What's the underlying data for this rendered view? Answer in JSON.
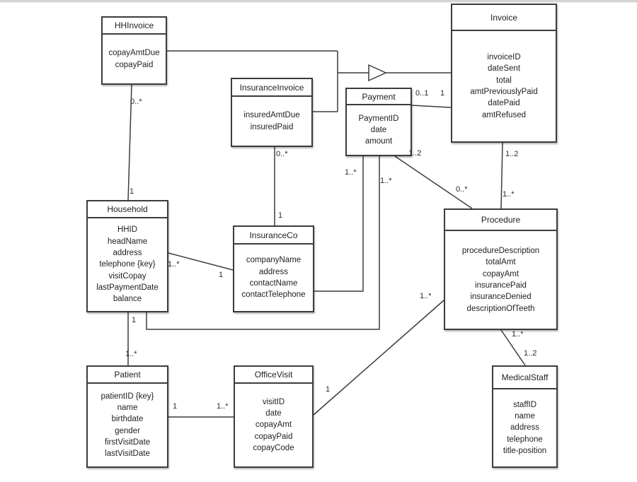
{
  "page": {
    "background_color": "#ffffff",
    "top_bar_color": "#d5d5d5",
    "line_color": "#3c3c3c",
    "text_color": "#1f1f1f"
  },
  "diagram": {
    "type": "uml-class-diagram",
    "classes": [
      {
        "name": "HHInvoice",
        "attributes": [
          "copayAmtDue",
          "copayPaid"
        ]
      },
      {
        "name": "Invoice",
        "attributes": [
          "invoiceID",
          "dateSent",
          "total",
          "amtPreviouslyPaid",
          "datePaid",
          "amtRefused"
        ]
      },
      {
        "name": "InsuranceInvoice",
        "attributes": [
          "insuredAmtDue",
          "insuredPaid"
        ]
      },
      {
        "name": "Payment",
        "attributes": [
          "PaymentID",
          "date",
          "amount"
        ]
      },
      {
        "name": "Household",
        "attributes": [
          "HHID",
          "headName",
          "address",
          "telephone {key}",
          "visitCopay",
          "lastPaymentDate",
          "balance"
        ]
      },
      {
        "name": "InsuranceCo",
        "attributes": [
          "companyName",
          "address",
          "contactName",
          "contactTelephone"
        ]
      },
      {
        "name": "Procedure",
        "attributes": [
          "procedureDescription",
          "totalAmt",
          "copayAmt",
          "insurancePaid",
          "insuranceDenied",
          "descriptionOfTeeth"
        ]
      },
      {
        "name": "Patient",
        "attributes": [
          "patientID {key}",
          "name",
          "birthdate",
          "gender",
          "firstVisitDate",
          "lastVisitDate"
        ]
      },
      {
        "name": "OfficeVisit",
        "attributes": [
          "visitID",
          "date",
          "copayAmt",
          "copayPaid",
          "copayCode"
        ]
      },
      {
        "name": "MedicalStaff",
        "attributes": [
          "staffID",
          "name",
          "address",
          "telephone",
          "title-position"
        ]
      }
    ],
    "relationships": [
      {
        "type": "generalization",
        "parent": "Invoice",
        "children": [
          "HHInvoice",
          "InsuranceInvoice"
        ]
      },
      {
        "type": "association",
        "between": [
          "HHInvoice",
          "Household"
        ],
        "labels": [
          "0..*",
          "1"
        ]
      },
      {
        "type": "association",
        "between": [
          "Payment",
          "Invoice"
        ],
        "labels": [
          "0..1",
          "1"
        ]
      },
      {
        "type": "association",
        "between": [
          "Payment",
          "Procedure"
        ],
        "labels": [
          "1..2",
          "0..*"
        ]
      },
      {
        "type": "association",
        "between": [
          "Invoice",
          "Procedure"
        ],
        "labels": [
          "1..2",
          "1..*"
        ]
      },
      {
        "type": "association",
        "between": [
          "InsuranceInvoice",
          "InsuranceCo"
        ],
        "labels": [
          "0..*",
          "1"
        ]
      },
      {
        "type": "association",
        "between": [
          "Payment",
          "InsuranceCo"
        ],
        "labels": [
          "1..*",
          ""
        ]
      },
      {
        "type": "association",
        "between": [
          "Payment",
          "Household"
        ],
        "labels": [
          "1..*",
          ""
        ]
      },
      {
        "type": "association",
        "between": [
          "Household",
          "InsuranceCo"
        ],
        "labels": [
          "1..*",
          "1"
        ]
      },
      {
        "type": "association",
        "between": [
          "Household",
          "Patient"
        ],
        "labels": [
          "1",
          "1..*"
        ]
      },
      {
        "type": "association",
        "between": [
          "Patient",
          "OfficeVisit"
        ],
        "labels": [
          "1",
          "1..*"
        ]
      },
      {
        "type": "association",
        "between": [
          "OfficeVisit",
          "Procedure"
        ],
        "labels": [
          "1",
          "1..*"
        ]
      },
      {
        "type": "association",
        "between": [
          "Procedure",
          "MedicalStaff"
        ],
        "labels": [
          "1..*",
          "1..2"
        ]
      }
    ],
    "multiplicities": [
      {
        "text": "0..*",
        "relation": "hhinvoice-household",
        "near": "HHInvoice"
      },
      {
        "text": "1",
        "relation": "hhinvoice-household",
        "near": "Household"
      },
      {
        "text": "0..1",
        "relation": "payment-invoice",
        "near": "Payment"
      },
      {
        "text": "1",
        "relation": "payment-invoice",
        "near": "Invoice"
      },
      {
        "text": "1..2",
        "relation": "payment-procedure",
        "near": "Payment"
      },
      {
        "text": "0..*",
        "relation": "payment-procedure",
        "near": "Procedure"
      },
      {
        "text": "1..2",
        "relation": "invoice-procedure",
        "near": "Invoice"
      },
      {
        "text": "1..*",
        "relation": "invoice-procedure",
        "near": "Procedure"
      },
      {
        "text": "0..*",
        "relation": "insuranceinvoice-insuranceco",
        "near": "InsuranceInvoice"
      },
      {
        "text": "1",
        "relation": "insuranceinvoice-insuranceco",
        "near": "InsuranceCo"
      },
      {
        "text": "1..*",
        "relation": "payment-insuranceco",
        "near": "Payment"
      },
      {
        "text": "1..*",
        "relation": "payment-household",
        "near": "Payment"
      },
      {
        "text": "1..*",
        "relation": "household-insuranceco",
        "near": "Household"
      },
      {
        "text": "1",
        "relation": "household-insuranceco",
        "near": "InsuranceCo"
      },
      {
        "text": "1",
        "relation": "household-patient",
        "near": "Household"
      },
      {
        "text": "1..*",
        "relation": "household-patient",
        "near": "Patient"
      },
      {
        "text": "1",
        "relation": "patient-officevisit",
        "near": "Patient"
      },
      {
        "text": "1..*",
        "relation": "patient-officevisit",
        "near": "OfficeVisit"
      },
      {
        "text": "1",
        "relation": "officevisit-procedure",
        "near": "OfficeVisit"
      },
      {
        "text": "1..*",
        "relation": "officevisit-procedure",
        "near": "Procedure"
      },
      {
        "text": "1..*",
        "relation": "procedure-medicalstaff",
        "near": "Procedure"
      },
      {
        "text": "1..2",
        "relation": "procedure-medicalstaff",
        "near": "MedicalStaff"
      }
    ]
  }
}
